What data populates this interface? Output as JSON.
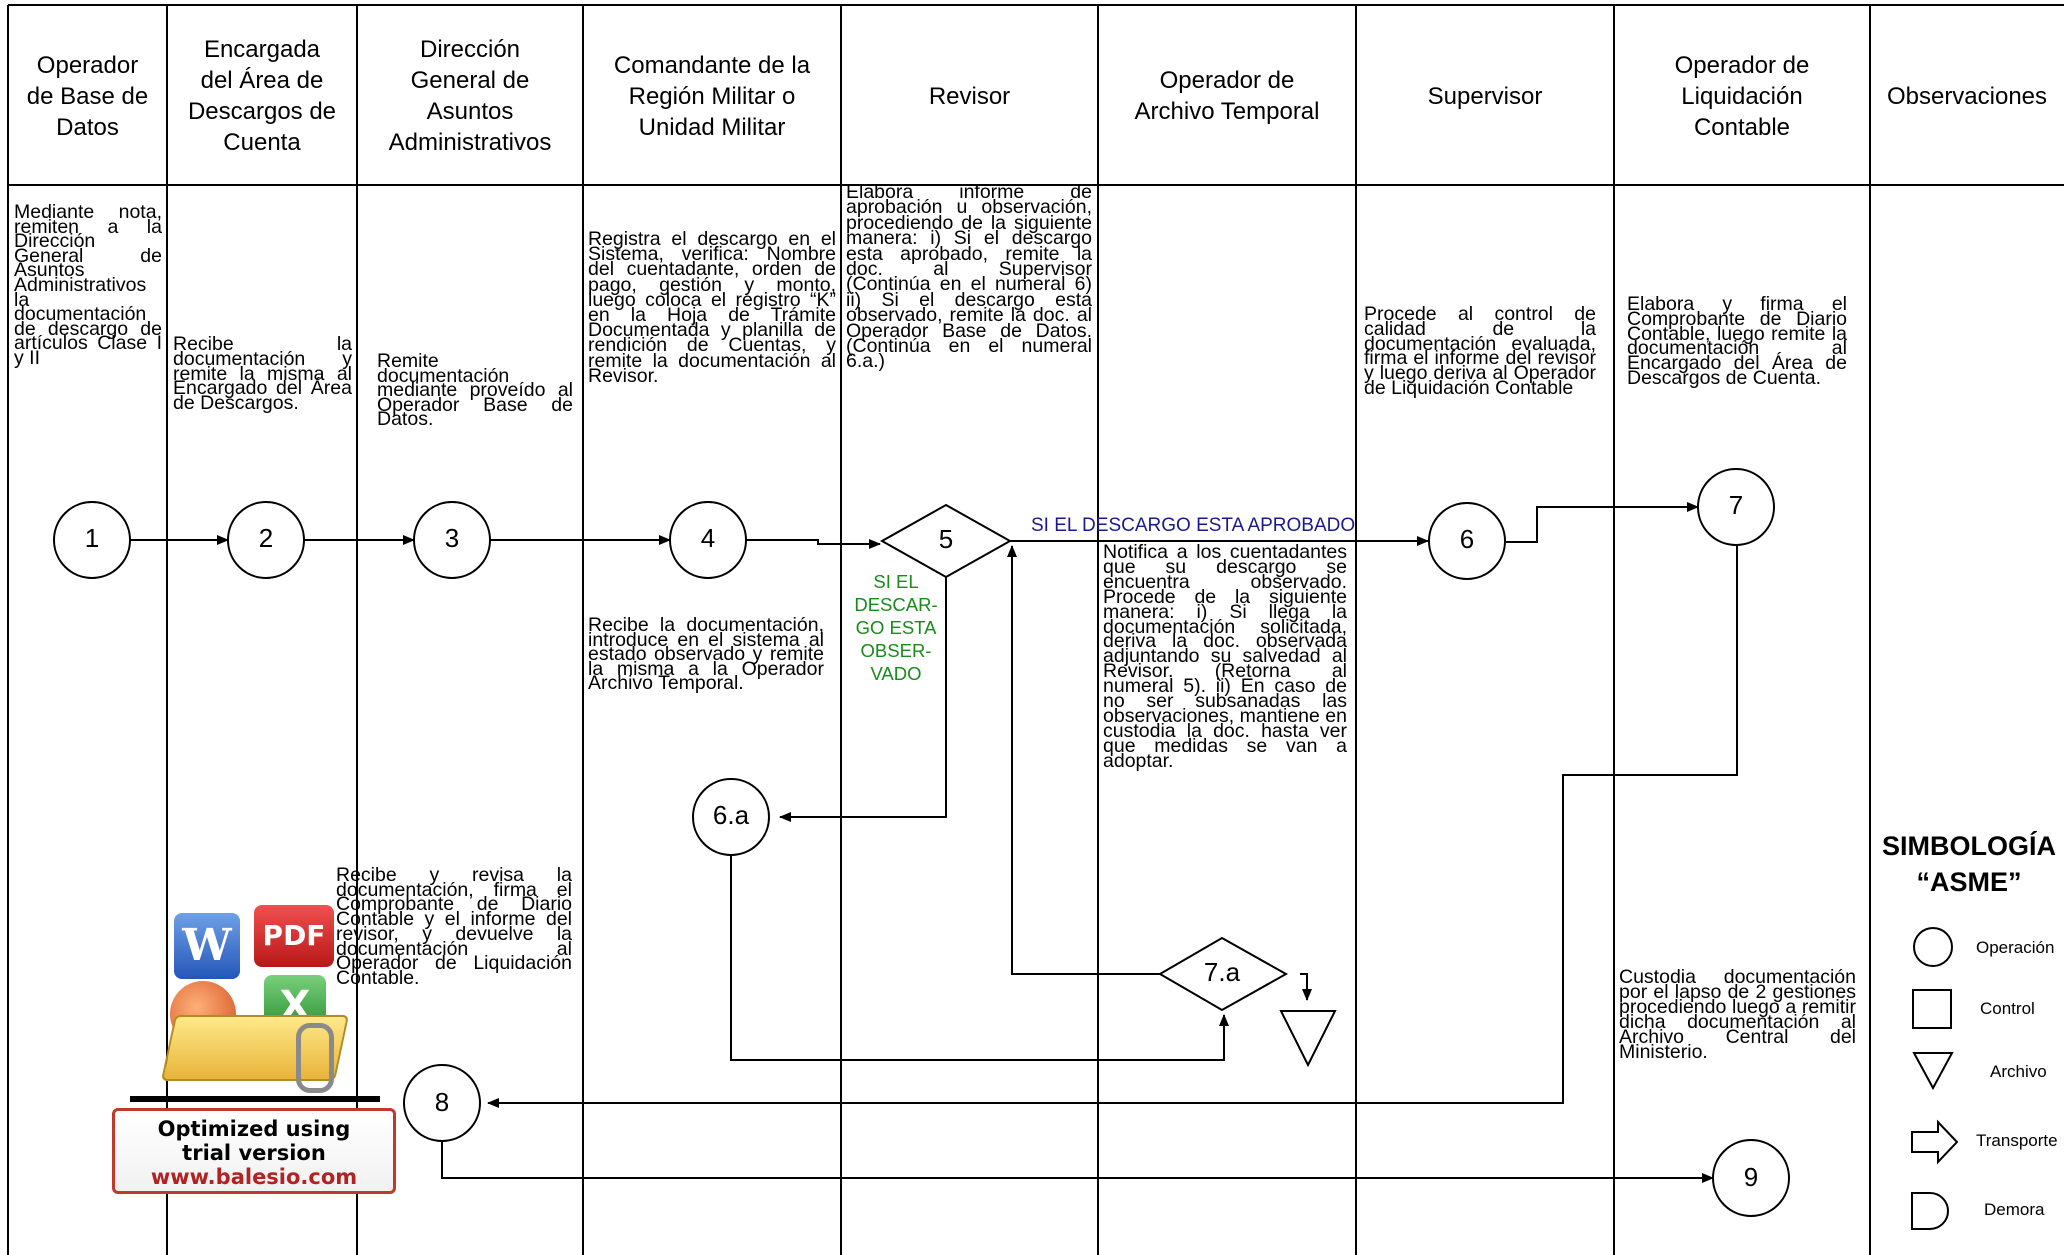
{
  "lanes": [
    "Operador\nde Base de\nDatos",
    "Encargada\ndel Área de\nDescargos de\nCuenta",
    "Dirección\nGeneral de\nAsuntos\nAdministrativos",
    "Comandante de la\nRegión Militar  o\nUnidad Militar",
    "Revisor",
    "Operador de\nArchivo Temporal",
    "Supervisor",
    "Operador de\nLiquidación\nContable",
    "Observaciones"
  ],
  "steps": {
    "s1": "Mediante nota, remiten a la Dirección General de Asuntos Administrativos la documentación de descargo de artículos Clase I y II",
    "s2": "Recibe la documentación y remite la misma al Encargado del Área de Descargos.",
    "s3": "Remite documentación mediante proveído al Operador Base de Datos.",
    "s4": "Registra el descargo en el Sistema, verifica: Nombre del cuentadante, orden de pago, gestión y monto, luego coloca el registro “K” en la Hoja de Trámite Documentada y planilla de rendición de Cuentas, y remite la documentación al Revisor.",
    "s5": "Elabora informe de aprobación u observación, procediendo de la siguiente manera: i) Si el descargo esta aprobado, remite la doc. al Supervisor (Continúa en el numeral 6) ii) Si el descargo esta observado, remite la doc. al Operador Base de Datos. (Continúa en el numeral 6.a.)",
    "s6": "Procede al control de calidad de la documentación evaluada, firma el informe del revisor y luego deriva al Operador de Liquidación Contable",
    "s7": "Elabora y firma el Comprobante de Diario Contable, luego remite la documentación al Encargado del Área de Descargos de Cuenta.",
    "s6a": "Recibe la documentación, introduce en el sistema al estado observado y remite la misma a la Operador Archivo Temporal.",
    "s7a": "Notifica a los cuentadantes que su descargo se encuentra observado. Procede de la siguiente manera: i) Si llega la documentación solicitada, deriva la doc. observada adjuntando su salvedad al Revisor. (Retorna al numeral 5). ii) En caso de no ser subsanadas las observaciones, mantiene en custodia la doc. hasta ver que medidas se van a adoptar.",
    "s8": "Recibe y revisa la documentación, firma el Comprobante de Diario Contable y el informe del revisor, y devuelve la documentación al Operador de Liquidación Contable.",
    "s9": "Custodia documentación por el lapso de 2 gestiones procediendo luego a remitir dicha documentación al Archivo Central del Ministerio."
  },
  "nodes": [
    "1",
    "2",
    "3",
    "4",
    "5",
    "6",
    "7",
    "6.a",
    "7.a",
    "8",
    "9"
  ],
  "labels": {
    "approved": "SI EL DESCARGO ESTA APROBADO",
    "observed": "SI EL\nDESCAR-\nGO ESTA\nOBSER-\nVADO"
  },
  "legend": {
    "title": "SIMBOLOGÍA\n“ASME”",
    "items": [
      "Operación",
      "Control",
      "Archivo",
      "Transporte",
      "Demora"
    ]
  },
  "watermark": {
    "line1": "Optimized using",
    "line2": "trial version",
    "line3": "www.balesio.com",
    "badges": [
      "W",
      "PDF",
      "X"
    ]
  },
  "colors": {
    "approved_label": "#1a1a8c",
    "observed_label": "#1a8a1a",
    "watermark_border": "#c0392b"
  }
}
